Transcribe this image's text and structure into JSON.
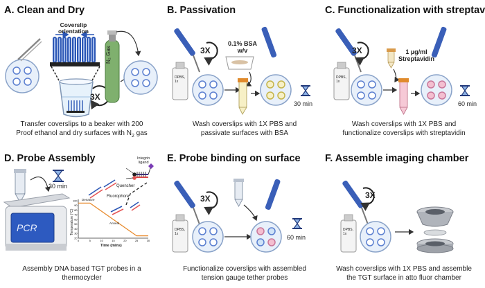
{
  "panels": [
    {
      "title": "A. Clean and Dry",
      "caption1": "Transfer coverslips to a beaker with 200",
      "caption2_pre": "Proof ethanol and dry surfaces with N",
      "caption2_sub": "2",
      "caption2_post": " gas"
    },
    {
      "title": "B. Passivation",
      "caption1": "Wash coverslips with 1X PBS and",
      "caption2": "passivate surfaces with BSA"
    },
    {
      "title": "C. Functionalization with streptavidin",
      "caption1": "Wash coverslips with 1X PBS and",
      "caption2": "functionalize coverslips with streptavidin"
    },
    {
      "title": "D. Probe Assembly",
      "caption1": "Assembly DNA based TGT probes in a",
      "caption2": "thermocycler"
    },
    {
      "title": "E. Probe binding on surface",
      "caption1": "Functionalize coverslips with assembled",
      "caption2": "tension gauge tether probes"
    },
    {
      "title": "F. Assemble imaging chamber",
      "caption1": "Wash coverslips with 1X PBS and assemble",
      "caption2": "the TGT surface in atto fluor chamber"
    }
  ],
  "labels": {
    "coverslip_orientation_1": "Coverslip",
    "coverslip_orientation_2": "orientation",
    "n2_gas": "N₂ Gas",
    "repeat": "3X",
    "bsa_1": "0.1% BSA",
    "bsa_2": "w/v",
    "time_30": "30 min",
    "time_60": "60 min",
    "strep_1": "1 µg/ml",
    "strep_2": "Streptavidin",
    "pbs_1": "DPBS,",
    "pbs_2": "1x",
    "pcr": "PCR",
    "quencher": "Quencher",
    "fluorophore": "Fluorophore",
    "integrin_1": "Integrin",
    "integrin_2": "ligand",
    "denature": "Denature",
    "anneal": "Anneal",
    "y_axis": "Temperature (°C)",
    "x_axis": "Time (mins)"
  },
  "chart_data": {
    "type": "line",
    "xlabel": "Time (mins)",
    "ylabel": "Temperature (°C)",
    "x_ticks": [
      "0",
      "5",
      "10",
      "15",
      "20",
      "25",
      "30"
    ],
    "y_ticks": [
      "100",
      "90",
      "80",
      "70",
      "60",
      "50",
      "40",
      "30",
      "20"
    ],
    "xlim": [
      0,
      30
    ],
    "ylim": [
      20,
      100
    ],
    "series": [
      {
        "x": [
          0,
          5,
          25,
          30
        ],
        "y": [
          95,
          95,
          25,
          25
        ]
      }
    ],
    "annotations": [
      "Denature",
      "Anneal"
    ]
  }
}
